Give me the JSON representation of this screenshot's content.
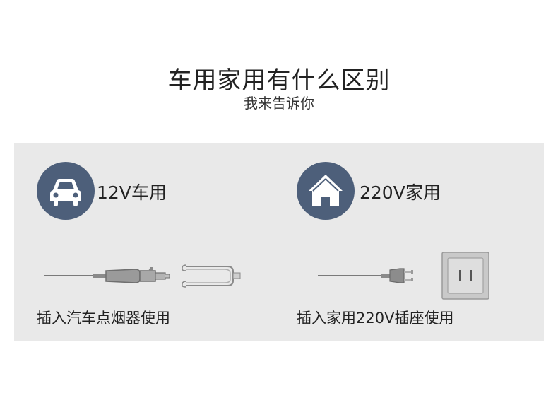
{
  "header": {
    "title": "车用家用有什么区别",
    "subtitle": "我来告诉你"
  },
  "sections": [
    {
      "icon": "car-icon",
      "label": "12V车用",
      "caption": "插入汽车点烟器使用"
    },
    {
      "icon": "house-icon",
      "label": "220V家用",
      "caption": "插入家用220V插座使用"
    }
  ],
  "colors": {
    "badge": "#4d5f7a",
    "panel": "#e9e9e9"
  }
}
